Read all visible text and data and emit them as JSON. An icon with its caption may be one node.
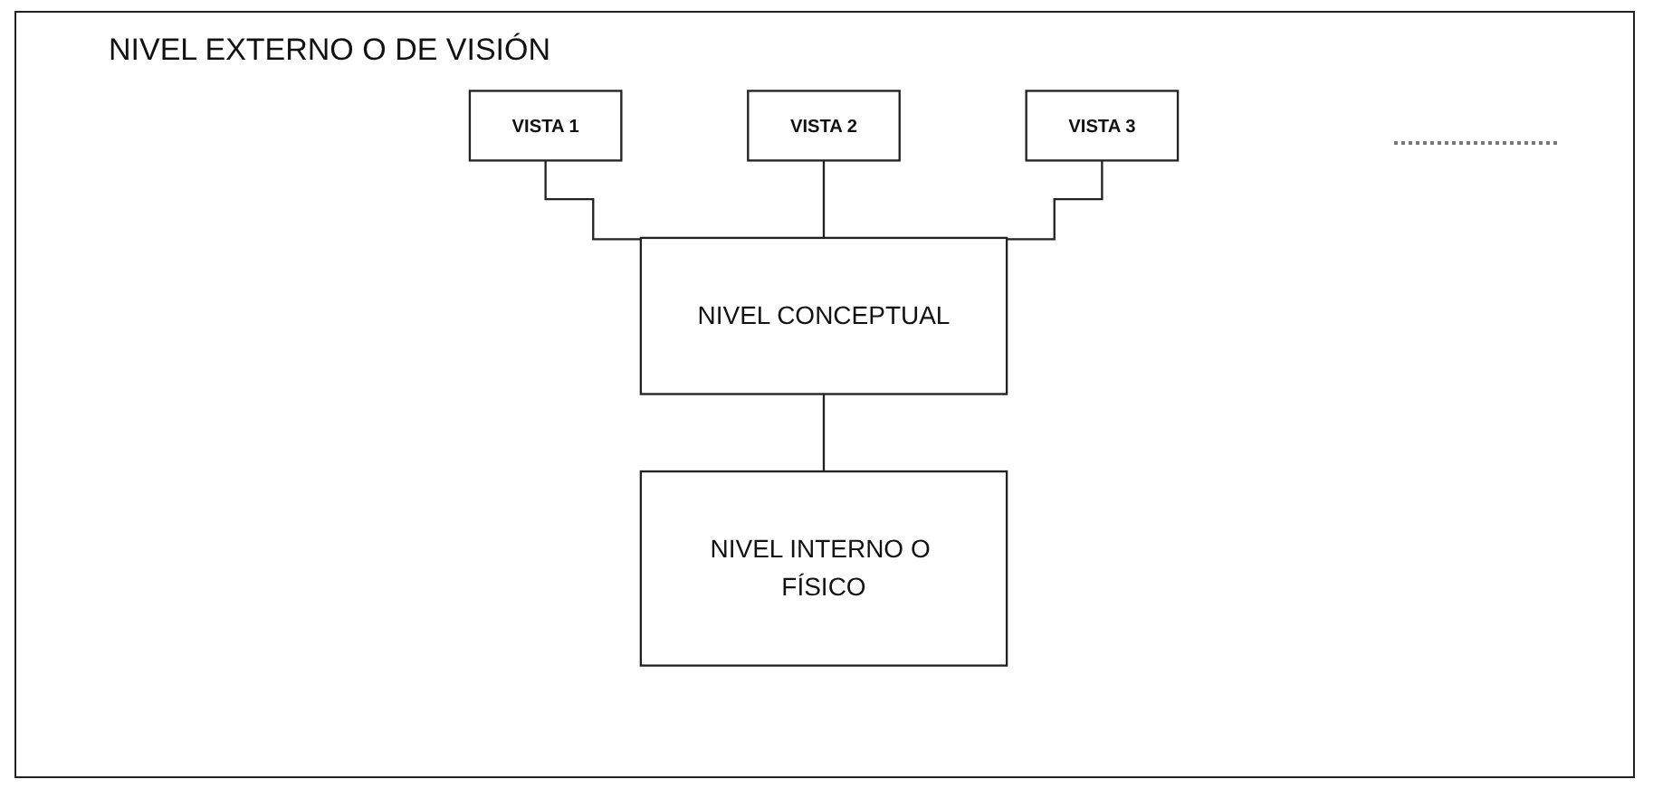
{
  "diagram": {
    "title": "NIVEL EXTERNO O DE VISIÓN",
    "nodes": [
      {
        "text": [
          "VISTA 1"
        ]
      },
      {
        "text": [
          "VISTA 2"
        ]
      },
      {
        "text": [
          "VISTA 3"
        ]
      },
      {
        "text": [
          "NIVEL CONCEPTUAL"
        ]
      },
      {
        "text": [
          "NIVEL INTERNO O FÍSICO"
        ]
      }
    ],
    "edges": [
      {
        "from": 0,
        "to": 3,
        "arrow": "none"
      },
      {
        "from": 1,
        "to": 3,
        "arrow": "none"
      },
      {
        "from": 2,
        "to": 3,
        "arrow": "none"
      },
      {
        "from": 3,
        "to": 4,
        "arrow": "none"
      }
    ]
  }
}
